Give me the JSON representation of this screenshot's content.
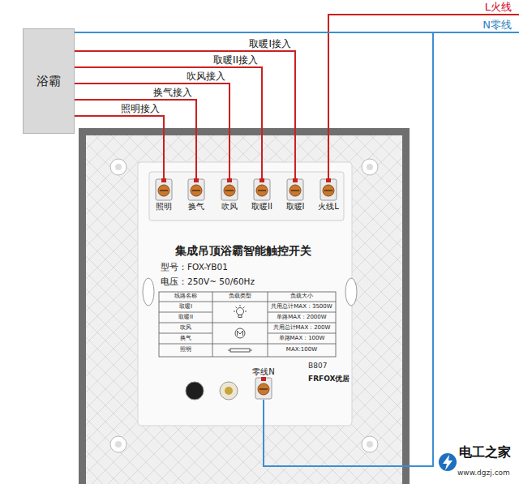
{
  "diagram": {
    "nodes": [
      {
        "text": [
          "浴霸"
        ]
      },
      {
        "text": [
          "L火线"
        ]
      },
      {
        "text": [
          "N零线"
        ]
      },
      {
        "text": [
          "集成吊顶浴霸智能触控开关",
          "型号：FOX-YB01",
          "电压：250V~ 50/60Hz"
        ]
      },
      {
        "text": [
          "照明"
        ],
        "in": 3
      },
      {
        "text": [
          "换气"
        ],
        "in": 3
      },
      {
        "text": [
          "吹风"
        ],
        "in": 3
      },
      {
        "text": [
          "取暖II"
        ],
        "in": 3
      },
      {
        "text": [
          "取暖I"
        ],
        "in": 3
      },
      {
        "text": [
          "火线L"
        ],
        "in": 3
      },
      {
        "text": [
          "零线N"
        ],
        "in": 3
      }
    ],
    "edges": [
      {
        "from": 0,
        "to": 8,
        "arrow": "none",
        "label": "取暖I接入"
      },
      {
        "from": 0,
        "to": 7,
        "arrow": "none",
        "label": "取暖II接入"
      },
      {
        "from": 0,
        "to": 6,
        "arrow": "none",
        "label": "吹风接入"
      },
      {
        "from": 0,
        "to": 5,
        "arrow": "none",
        "label": "换气接入"
      },
      {
        "from": 0,
        "to": 4,
        "arrow": "none",
        "label": "照明接入"
      },
      {
        "from": 9,
        "to": 1,
        "arrow": "none"
      },
      {
        "from": 0,
        "to": 2,
        "arrow": "none"
      },
      {
        "from": 10,
        "to": 2,
        "arrow": "none"
      }
    ],
    "labels": [
      "线路名称",
      "负载类型",
      "负载大小",
      "取暖I",
      "共用总计MAX：3500W",
      "取暖II",
      "单路MAX：2000W",
      "吹风",
      "共用总计MAX：200W",
      "换气",
      "单路MAX：100W",
      "照明",
      "MAX:100W",
      "B807",
      "FRFOX优居",
      "电工之家",
      "www.dgzj.com"
    ]
  }
}
